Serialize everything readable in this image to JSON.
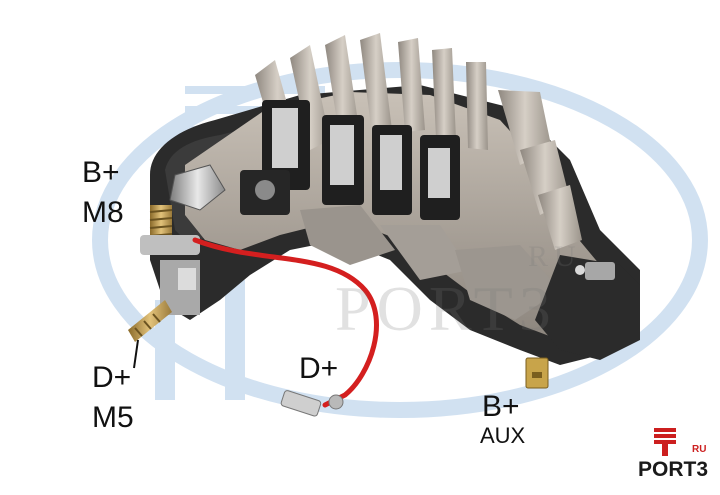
{
  "labels": {
    "b_plus_main": "B+",
    "b_plus_main_thread": "M8",
    "d_plus_stud": "D+",
    "d_plus_stud_thread": "M5",
    "d_plus_wire": "D+",
    "b_plus_aux": "B+",
    "b_plus_aux_sub": "AUX"
  },
  "watermark": {
    "text": "PORT3",
    "suffix": "RU"
  },
  "logo": {
    "text": "PORT3",
    "suffix": "RU"
  },
  "colors": {
    "background": "#ffffff",
    "era_logo_blue": "#c9dcef",
    "heatsink": "#b8b0a6",
    "plastic": "#2b2b2b",
    "wire": "#d41f1f",
    "logo_red": "#cc1f1f"
  }
}
